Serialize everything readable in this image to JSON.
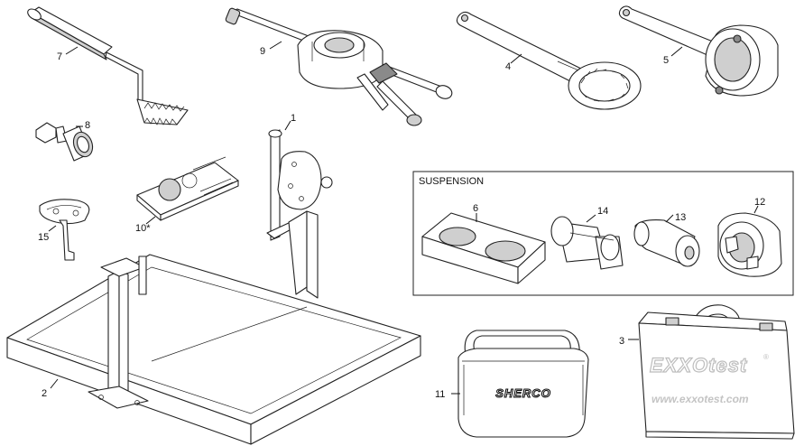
{
  "callouts": {
    "c1": "1",
    "c2": "2",
    "c3": "3",
    "c4": "4",
    "c5": "5",
    "c6": "6",
    "c7": "7",
    "c8": "8",
    "c9": "9",
    "c10": "10*",
    "c11": "11",
    "c12": "12",
    "c13": "13",
    "c14": "14",
    "c15": "15"
  },
  "suspension_box": {
    "title": "SUSPENSION"
  },
  "bag": {
    "brand": "SHERCO"
  },
  "case": {
    "brand": "EXXOtest",
    "registered": "®",
    "url": "www.exxotest.com"
  }
}
